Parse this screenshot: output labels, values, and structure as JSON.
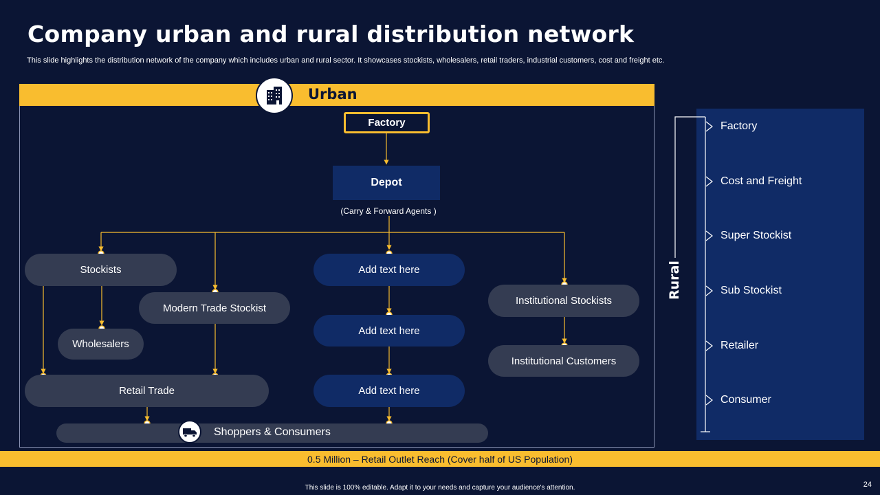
{
  "header": {
    "title": "Company urban and rural distribution network",
    "subtitle": "This slide highlights the distribution network of the company which includes urban and rural sector. It showcases stockists, wholesalers, retail traders, industrial customers, cost and freight etc."
  },
  "urban": {
    "title": "Urban",
    "icon": "building-icon",
    "factory": "Factory",
    "depot": "Depot",
    "depot_note": "(Carry & Forward Agents )",
    "nodes": {
      "stockists": "Stockists",
      "modern_trade_stockist": "Modern Trade Stockist",
      "wholesalers": "Wholesalers",
      "retail_trade": "Retail Trade",
      "add_text_1": "Add text here",
      "add_text_2": "Add text here",
      "add_text_3": "Add text here",
      "institutional_stockists": "Institutional Stockists",
      "institutional_customers": "Institutional Customers"
    },
    "shoppers": "Shoppers & Consumers",
    "shoppers_icon": "delivery-truck-icon"
  },
  "rural": {
    "title": "Rural",
    "items": [
      "Factory",
      "Cost and Freight",
      "Super Stockist",
      "Sub Stockist",
      "Retailer",
      "Consumer"
    ]
  },
  "footer": {
    "reach": "0.5 Million – Retail Outlet Reach (Cover half of US Population)",
    "note": "This slide is 100% editable.  Adapt it to your needs and capture your audience's attention.",
    "page_number": "24"
  },
  "colors": {
    "background": "#0b1534",
    "accent": "#f9bd2f",
    "node_blue": "#102b66",
    "node_gray": "#343c52"
  }
}
